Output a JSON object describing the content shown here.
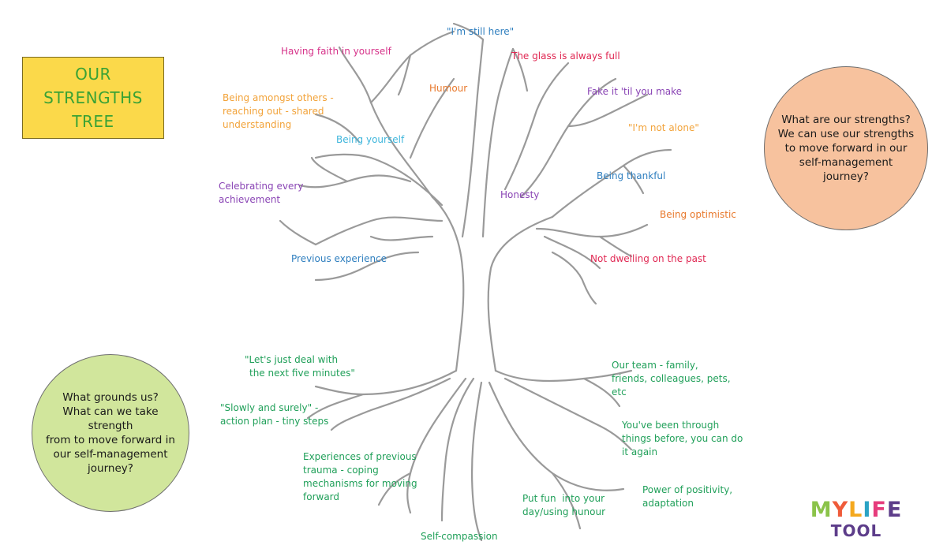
{
  "title": {
    "line1": "OUR",
    "line2": "STRENGTHS",
    "line3": "TREE"
  },
  "circle_top": {
    "lines": [
      "What are our strengths?",
      "We can use our strengths",
      "to move forward in our",
      "self-management",
      "journey?"
    ]
  },
  "circle_bottom": {
    "lines": [
      "What grounds us?",
      "What can we take strength",
      "from to move forward in",
      "our self-management",
      "journey?"
    ]
  },
  "branch_labels": [
    {
      "id": "still-here",
      "text": "\"I'm still here\"",
      "color": "#2f7fbf"
    },
    {
      "id": "faith",
      "text": "Having faith in yourself",
      "color": "#d6338a"
    },
    {
      "id": "glass",
      "text": "The glass is always full",
      "color": "#e02853"
    },
    {
      "id": "humour",
      "text": "Humour",
      "color": "#e8792d"
    },
    {
      "id": "fake-it",
      "text": "Fake it 'til you make",
      "color": "#8a45b5"
    },
    {
      "id": "amongst-1",
      "text": "Being amongst others -",
      "color": "#f2a33a"
    },
    {
      "id": "amongst-2",
      "text": "reaching out - shared",
      "color": "#f2a33a"
    },
    {
      "id": "amongst-3",
      "text": "understanding",
      "color": "#f2a33a"
    },
    {
      "id": "not-alone",
      "text": "\"I'm not alone\"",
      "color": "#f2a33a"
    },
    {
      "id": "yourself",
      "text": "Being yourself",
      "color": "#3fb6dc"
    },
    {
      "id": "thankful",
      "text": "Being thankful",
      "color": "#2f7fbf"
    },
    {
      "id": "celebrating-1",
      "text": "Celebrating every",
      "color": "#8a45b5"
    },
    {
      "id": "celebrating-2",
      "text": "achievement",
      "color": "#8a45b5"
    },
    {
      "id": "honesty",
      "text": "Honesty",
      "color": "#8a45b5"
    },
    {
      "id": "optimistic",
      "text": "Being optimistic",
      "color": "#e8792d"
    },
    {
      "id": "previous",
      "text": "Previous experience",
      "color": "#2f7fbf"
    },
    {
      "id": "dwelling",
      "text": "Not dwelling on the past",
      "color": "#e02853"
    }
  ],
  "root_labels": [
    {
      "id": "deal-1",
      "text": "\"Let's just deal with",
      "color": "#21a05a"
    },
    {
      "id": "deal-2",
      "text": "the next five minutes\"",
      "color": "#21a05a"
    },
    {
      "id": "team-1",
      "text": "Our team - family,",
      "color": "#21a05a"
    },
    {
      "id": "team-2",
      "text": "friends, colleagues, pets,",
      "color": "#21a05a"
    },
    {
      "id": "team-3",
      "text": "etc",
      "color": "#21a05a"
    },
    {
      "id": "slowly-1",
      "text": "\"Slowly and surely\" -",
      "color": "#21a05a"
    },
    {
      "id": "slowly-2",
      "text": "action plan - tiny steps",
      "color": "#21a05a"
    },
    {
      "id": "through-1",
      "text": "You've been through",
      "color": "#21a05a"
    },
    {
      "id": "through-2",
      "text": "things before, you can do",
      "color": "#21a05a"
    },
    {
      "id": "through-3",
      "text": "it again",
      "color": "#21a05a"
    },
    {
      "id": "trauma-1",
      "text": "Experiences of previous",
      "color": "#21a05a"
    },
    {
      "id": "trauma-2",
      "text": "trauma - coping",
      "color": "#21a05a"
    },
    {
      "id": "trauma-3",
      "text": "mechanisms for moving",
      "color": "#21a05a"
    },
    {
      "id": "trauma-4",
      "text": "forward",
      "color": "#21a05a"
    },
    {
      "id": "positivity-1",
      "text": "Power of positivity,",
      "color": "#21a05a"
    },
    {
      "id": "positivity-2",
      "text": "adaptation",
      "color": "#21a05a"
    },
    {
      "id": "fun-1",
      "text": "Put fun  into your",
      "color": "#21a05a"
    },
    {
      "id": "fun-2",
      "text": "day/using hunour",
      "color": "#21a05a"
    },
    {
      "id": "compassion",
      "text": "Self-compassion",
      "color": "#21a05a"
    }
  ],
  "logo": {
    "mylife": [
      "M",
      "Y",
      "L",
      "I",
      "F",
      "E"
    ],
    "tool": "TOOL"
  },
  "colors": {
    "title_bg": "#fbd94a",
    "title_text": "#3aa235",
    "circle_top_bg": "#f7c29e",
    "circle_bottom_bg": "#d1e69c",
    "tree_stroke": "#9a9a9a"
  }
}
